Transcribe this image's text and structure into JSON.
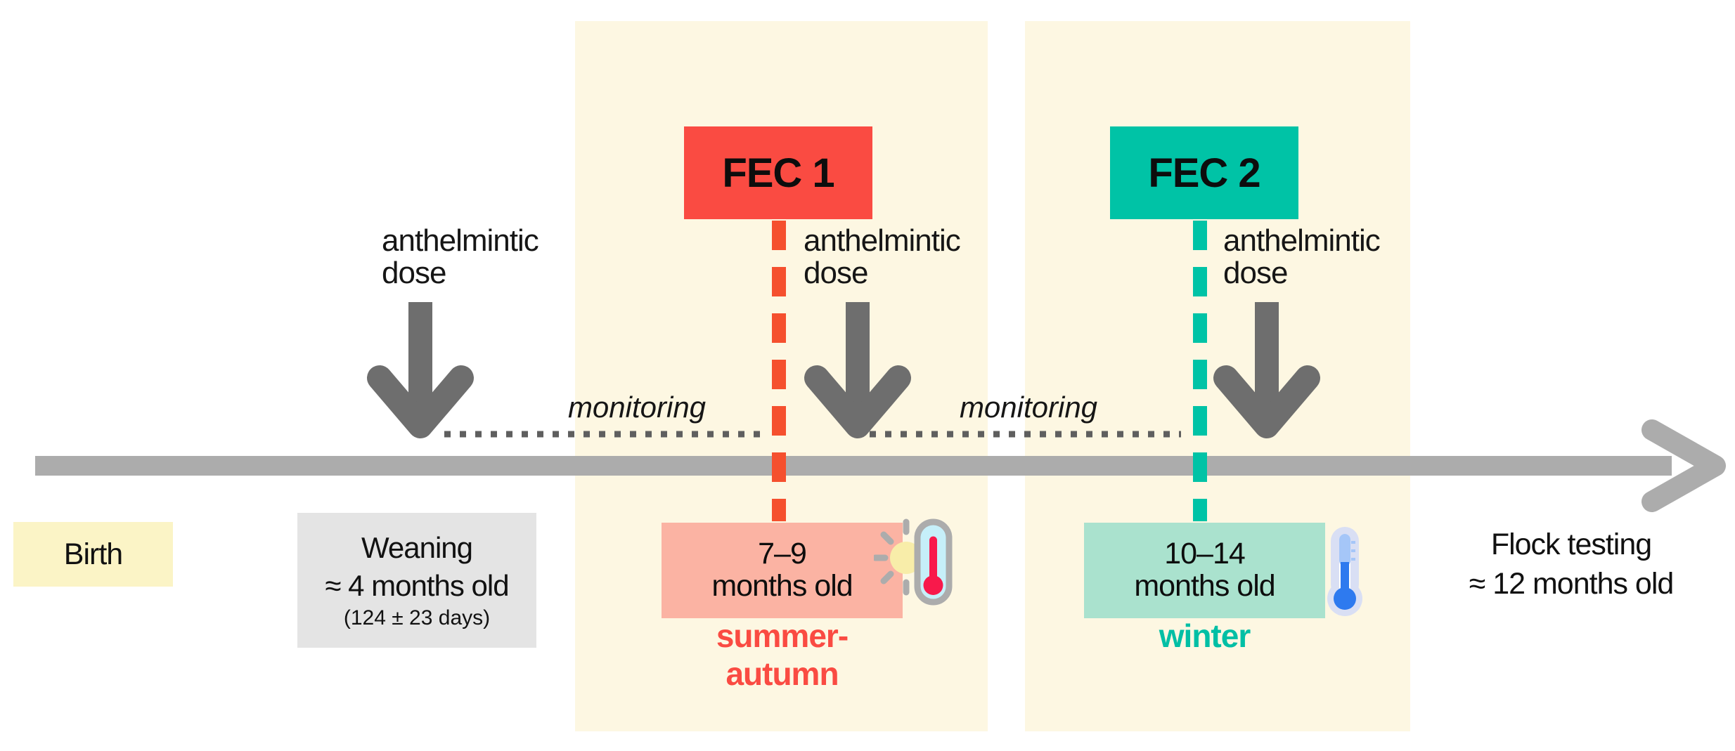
{
  "colors": {
    "red": "#FA4B42",
    "red_dash": "#F5502E",
    "teal": "#00C3A6",
    "teal_light": "#AAE2CE",
    "pink": "#FBB3A3",
    "cream": "#FDF7E2",
    "birth_yellow": "#FBF4C6",
    "weaning_gray": "#E4E4E4",
    "timeline_gray": "#ACACAC",
    "arrow_gray": "#6E6E6E",
    "dotted_gray": "#5F5F5F",
    "summer_text": "#FA4B42",
    "winter_text": "#00BFA5",
    "text_black": "#111111",
    "sun_yellow": "#F8EDA9",
    "thermo_cyan": "#C6EFF9",
    "thermo_red": "#F8194B",
    "cold_halo": "#D9DFF4",
    "cold_blue": "#2E7AEF",
    "cold_light_blue": "#A5C6F8"
  },
  "birth": {
    "label": "Birth"
  },
  "weaning": {
    "title": "Weaning",
    "age": "≈ 4 months old",
    "days": "(124 ± 23 days)"
  },
  "doses": [
    {
      "line1": "anthelmintic",
      "line2": "dose"
    },
    {
      "line1": "anthelmintic",
      "line2": "dose"
    },
    {
      "line1": "anthelmintic",
      "line2": "dose"
    }
  ],
  "monitoring": [
    {
      "label": "monitoring"
    },
    {
      "label": "monitoring"
    }
  ],
  "fec1": {
    "label": "FEC 1",
    "age_line1": "7–9",
    "age_line2": "months old",
    "season": "summer-autumn"
  },
  "fec2": {
    "label": "FEC 2",
    "age_line1": "10–14",
    "age_line2": "months old",
    "season": "winter"
  },
  "flock_testing": {
    "line1": "Flock testing",
    "line2": "≈ 12 months old"
  },
  "icons": {
    "hot": "sun-thermometer-icon",
    "cold": "cold-thermometer-icon"
  }
}
